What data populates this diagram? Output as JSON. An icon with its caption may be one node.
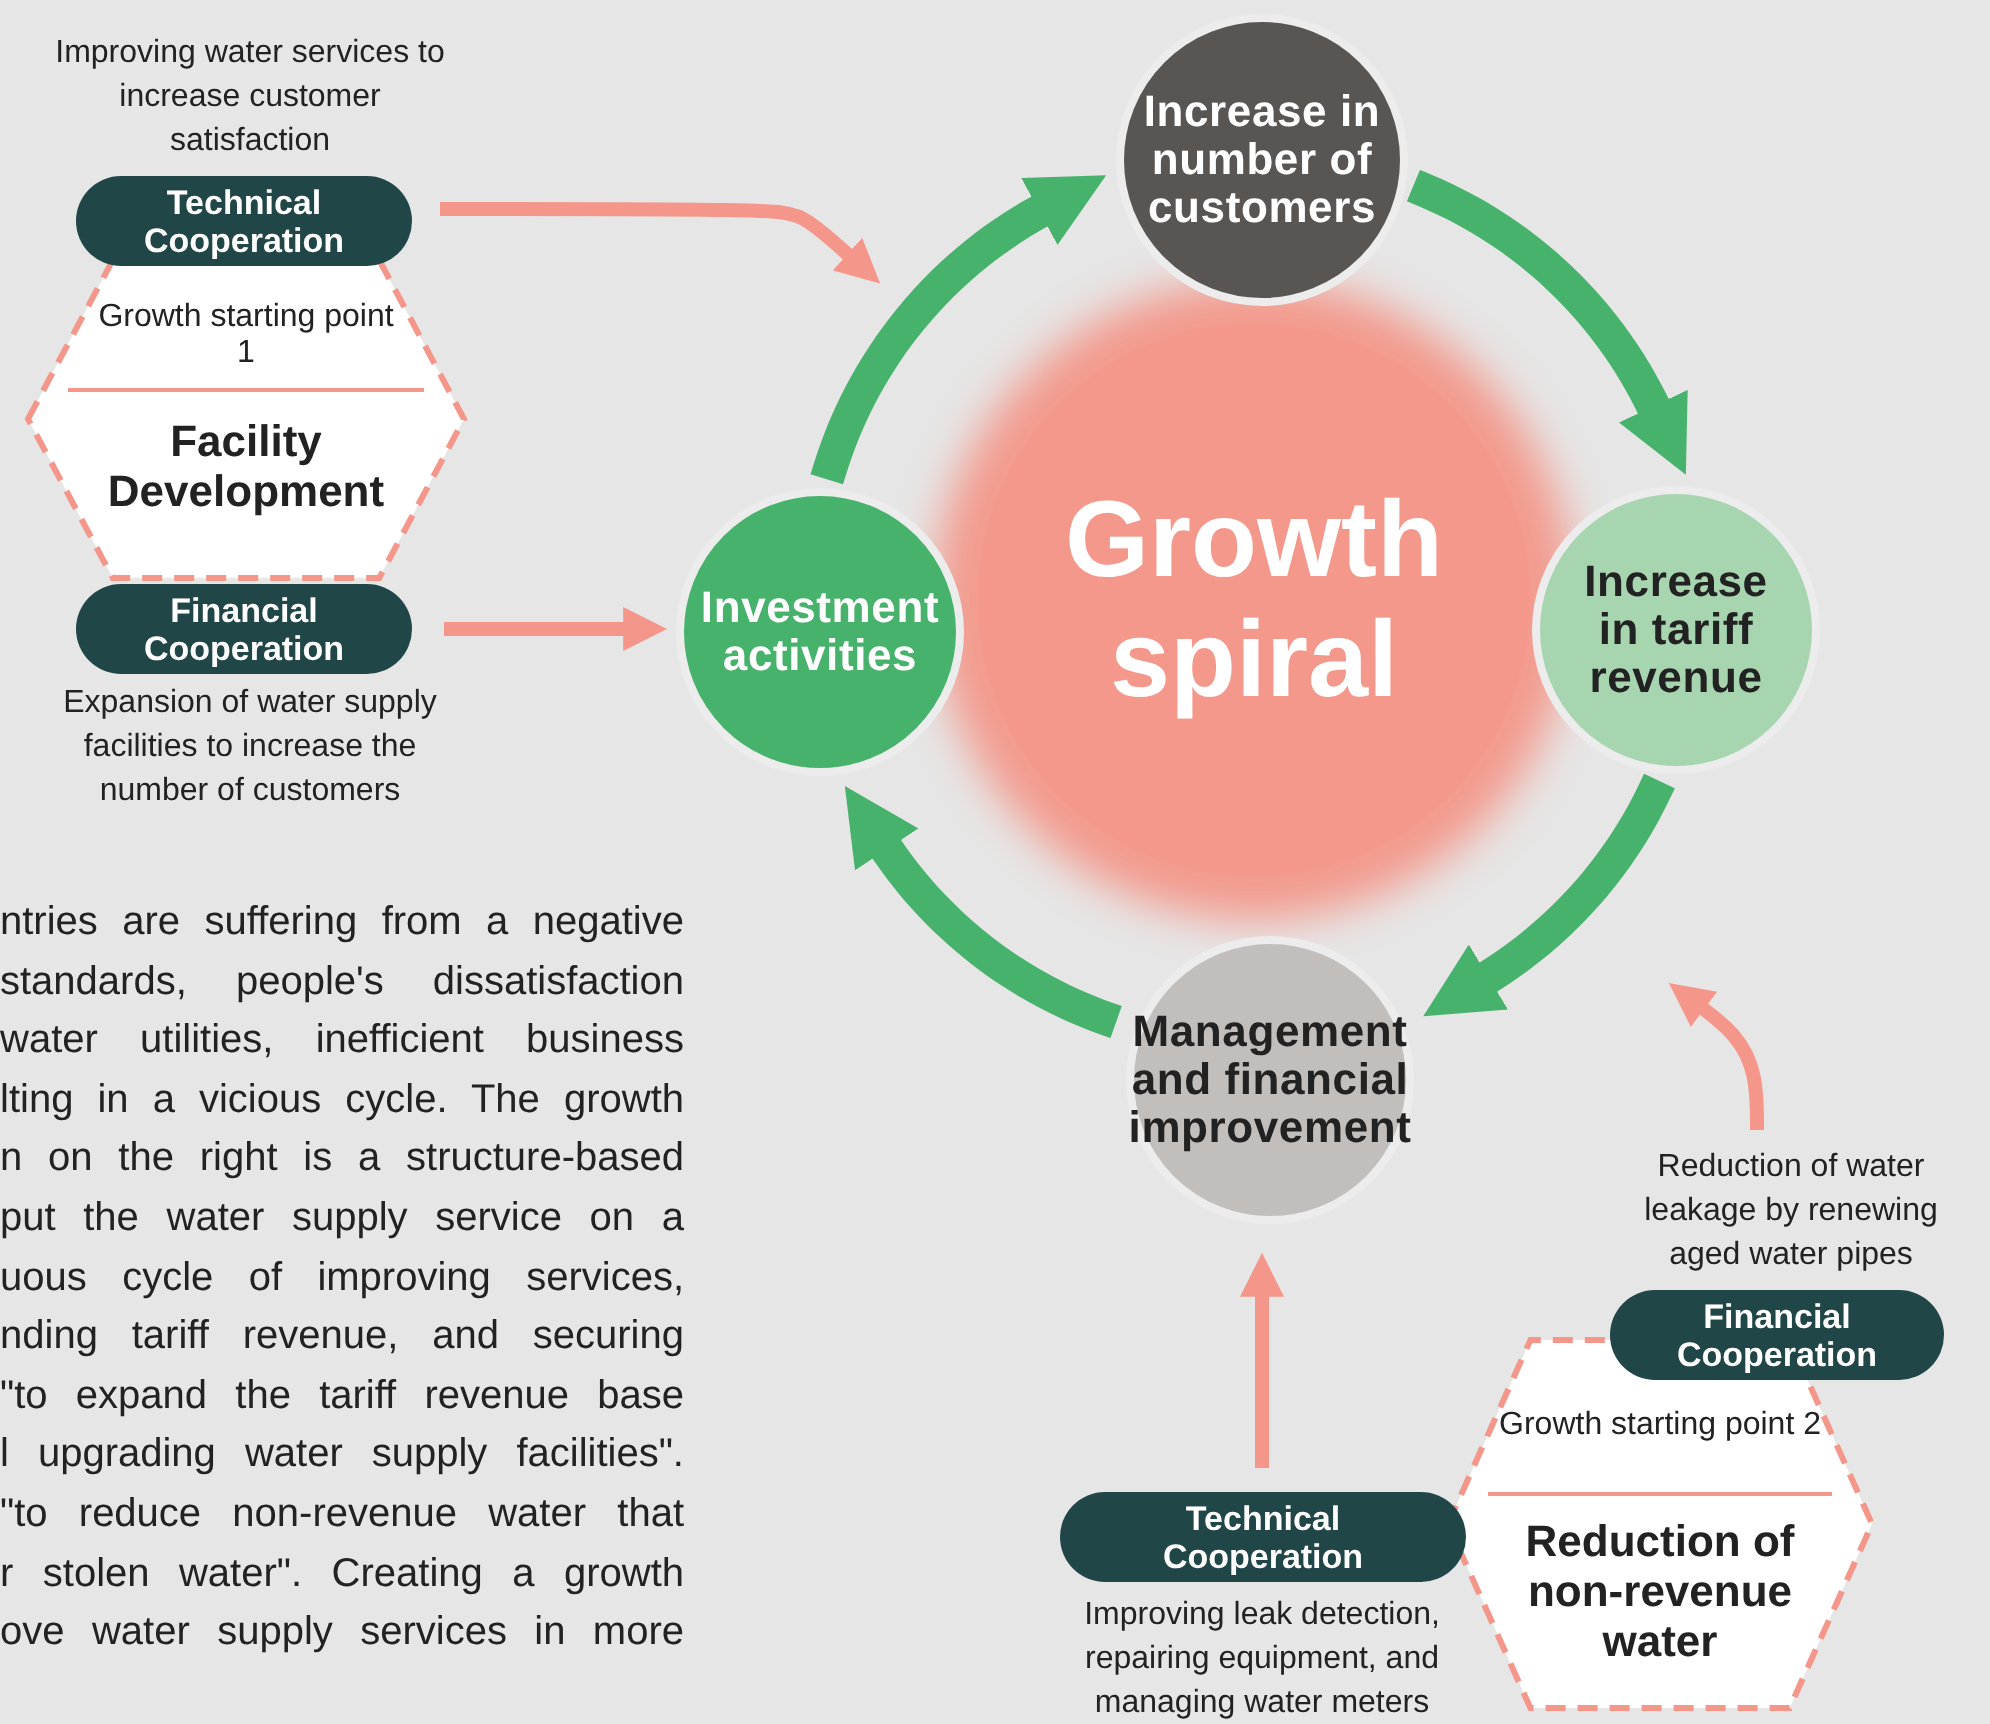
{
  "diagram": {
    "nodes": [
      {
        "text": [
          "Growth starting point 1",
          "Facility Development"
        ]
      },
      {
        "text": [
          "Technical Cooperation"
        ],
        "beside": [
          "Improving water services to increase customer satisfaction"
        ]
      },
      {
        "text": [
          "Financial Cooperation"
        ],
        "beside": [
          "Expansion of water supply facilities to increase the number of customers"
        ]
      },
      {
        "text": [
          "Growth spiral"
        ]
      },
      {
        "text": [
          "Increase in number of customers"
        ]
      },
      {
        "text": [
          "Investment activities"
        ]
      },
      {
        "text": [
          "Increase in tariff revenue"
        ]
      },
      {
        "text": [
          "Management and financial improvement"
        ]
      },
      {
        "text": [
          "Growth starting point 2",
          "Reduction of non-revenue water"
        ]
      },
      {
        "text": [
          "Financial Cooperation"
        ],
        "beside": [
          "Reduction of water leakage by renewing aged water pipes"
        ]
      },
      {
        "text": [
          "Technical Cooperation"
        ],
        "beside": [
          "Improving leak detection, repairing equipment, and managing water meters"
        ]
      }
    ],
    "edges": [
      {
        "from": 1,
        "to": 3,
        "arrow": "to"
      },
      {
        "from": 2,
        "to": 5,
        "arrow": "to"
      },
      {
        "from": 5,
        "to": 4,
        "arrow": "to",
        "style": "thick",
        "color": "#47b26b"
      },
      {
        "from": 4,
        "to": 6,
        "arrow": "to",
        "style": "thick",
        "color": "#47b26b"
      },
      {
        "from": 6,
        "to": 7,
        "arrow": "to",
        "style": "thick",
        "color": "#47b26b"
      },
      {
        "from": 7,
        "to": 5,
        "arrow": "to",
        "style": "thick",
        "color": "#47b26b"
      },
      {
        "from": 10,
        "to": 7,
        "arrow": "to"
      },
      {
        "from": 9,
        "to": null,
        "arrow": "to"
      }
    ],
    "labels": [
      "ntries are suffering from a negative",
      "standards, people's dissatisfaction",
      "water utilities, inefficient business",
      "lting in a vicious cycle. The growth",
      "n on the right is a structure-based",
      "put the water supply service on a",
      "uous cycle of improving services,",
      "nding tariff revenue, and securing",
      "\"to expand the tariff revenue base",
      "l upgrading water supply facilities\".",
      "\"to reduce non-revenue water that",
      "r stolen water\". Creating a growth",
      "ove water supply services in more"
    ]
  }
}
